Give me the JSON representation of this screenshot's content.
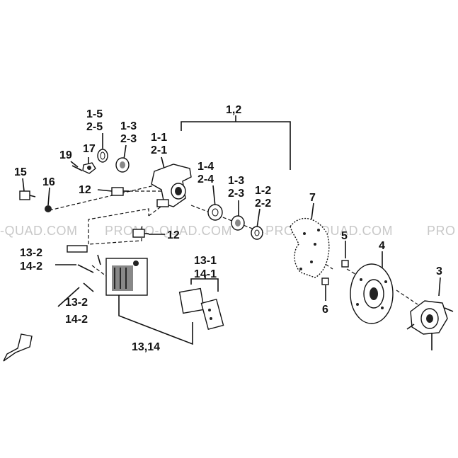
{
  "watermark": {
    "segments": [
      "-QUAD.COM",
      "PROMO-QUAD.COM",
      "PROMO-QUAD.COM",
      "PRO"
    ]
  },
  "labels": {
    "l_1_2": "1,2",
    "l_1_5": "1-5",
    "l_2_5": "2-5",
    "l_1_3a": "1-3",
    "l_2_3a": "2-3",
    "l_1_1": "1-1",
    "l_2_1": "2-1",
    "l_19": "19",
    "l_17": "17",
    "l_15": "15",
    "l_16": "16",
    "l_12a": "12",
    "l_1_4": "1-4",
    "l_2_4": "2-4",
    "l_1_3b": "1-3",
    "l_2_3b": "2-3",
    "l_1_2b": "1-2",
    "l_2_2": "2-2",
    "l_7": "7",
    "l_12b": "12",
    "l_5": "5",
    "l_4": "4",
    "l_3": "3",
    "l_13_2a": "13-2",
    "l_14_2a": "14-2",
    "l_13_1": "13-1",
    "l_14_1": "14-1",
    "l_13_2b": "13-2",
    "l_14_2b": "14-2",
    "l_6": "6",
    "l_13_14": "13,14"
  }
}
